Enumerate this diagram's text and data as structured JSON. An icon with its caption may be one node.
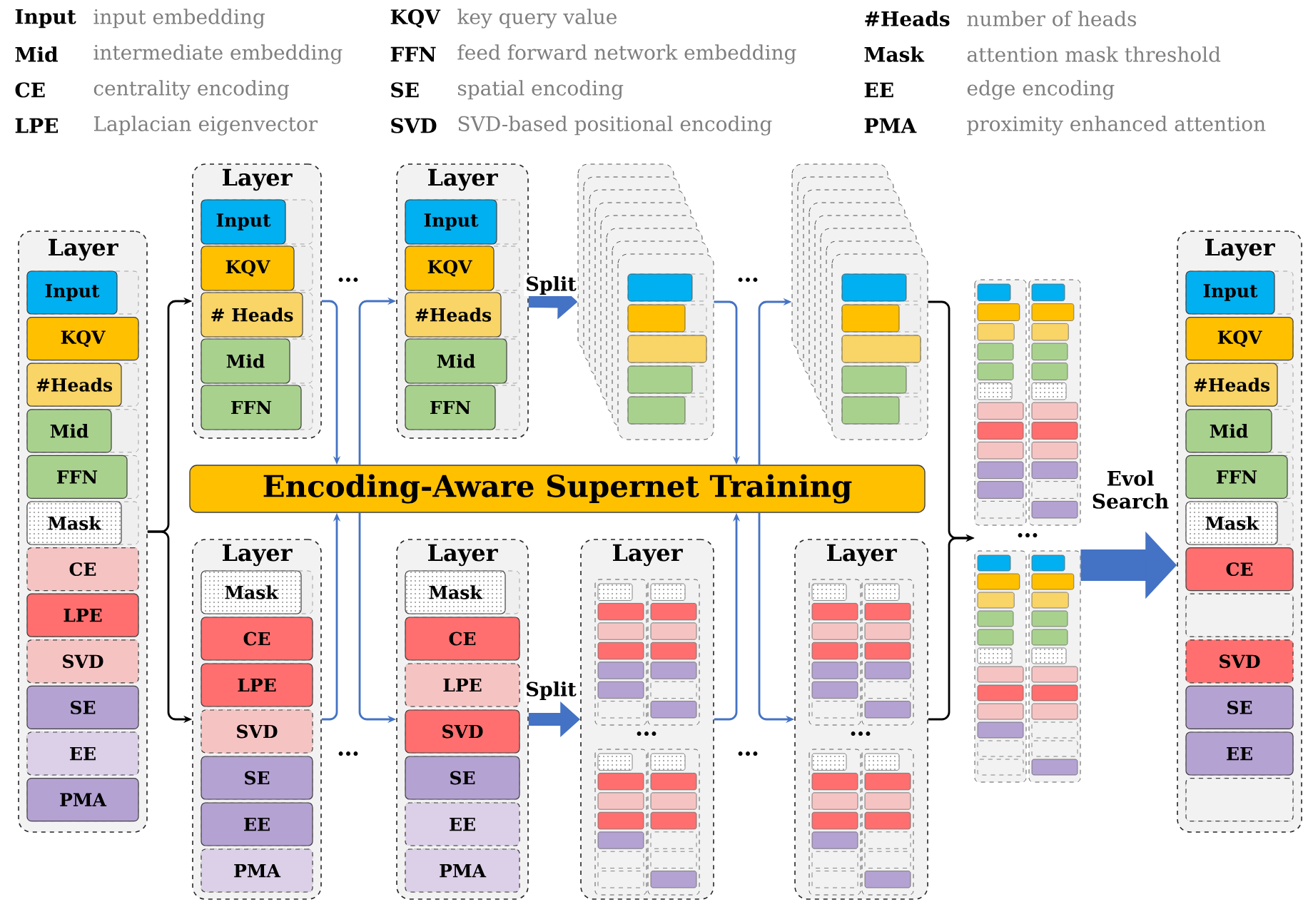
{
  "diagram": {
    "nodes": [
      {
        "text": [
          "Layer"
        ]
      },
      {
        "text": [
          "Input"
        ],
        "in": 0
      },
      {
        "text": [
          "KQV"
        ],
        "in": 0
      },
      {
        "text": [
          "#Heads"
        ],
        "in": 0
      },
      {
        "text": [
          "Mid"
        ],
        "in": 0
      },
      {
        "text": [
          "FFN"
        ],
        "in": 0
      },
      {
        "text": [
          "Mask"
        ],
        "in": 0
      },
      {
        "text": [
          "CE"
        ],
        "in": 0
      },
      {
        "text": [
          "LPE"
        ],
        "in": 0
      },
      {
        "text": [
          "SVD"
        ],
        "in": 0
      },
      {
        "text": [
          "SE"
        ],
        "in": 0
      },
      {
        "text": [
          "EE"
        ],
        "in": 0
      },
      {
        "text": [
          "PMA"
        ],
        "in": 0
      },
      {
        "text": [
          "Layer"
        ]
      },
      {
        "text": [
          "Input"
        ],
        "in": 13
      },
      {
        "text": [
          "KQV"
        ],
        "in": 13
      },
      {
        "text": [
          "# Heads"
        ],
        "in": 13
      },
      {
        "text": [
          "Mid"
        ],
        "in": 13
      },
      {
        "text": [
          "FFN"
        ],
        "in": 13
      },
      {
        "text": [
          "Layer"
        ]
      },
      {
        "text": [
          "Input"
        ],
        "in": 19
      },
      {
        "text": [
          "KQV"
        ],
        "in": 19
      },
      {
        "text": [
          "#Heads"
        ],
        "in": 19
      },
      {
        "text": [
          "Mid"
        ],
        "in": 19
      },
      {
        "text": [
          "FFN"
        ],
        "in": 19
      },
      {
        "text": [],
        "shape": "box"
      },
      {
        "text": [],
        "shape": "box"
      },
      {
        "text": [
          "Encoding-Aware Supernet Training"
        ]
      },
      {
        "text": [
          "Layer"
        ]
      },
      {
        "text": [
          "Mask"
        ],
        "in": 28
      },
      {
        "text": [
          "CE"
        ],
        "in": 28
      },
      {
        "text": [
          "LPE"
        ],
        "in": 28
      },
      {
        "text": [
          "SVD"
        ],
        "in": 28
      },
      {
        "text": [
          "SE"
        ],
        "in": 28
      },
      {
        "text": [
          "EE"
        ],
        "in": 28
      },
      {
        "text": [
          "PMA"
        ],
        "in": 28
      },
      {
        "text": [
          "Layer"
        ]
      },
      {
        "text": [
          "Mask"
        ],
        "in": 36
      },
      {
        "text": [
          "CE"
        ],
        "in": 36
      },
      {
        "text": [
          "LPE"
        ],
        "in": 36
      },
      {
        "text": [
          "SVD"
        ],
        "in": 36
      },
      {
        "text": [
          "SE"
        ],
        "in": 36
      },
      {
        "text": [
          "EE"
        ],
        "in": 36
      },
      {
        "text": [
          "PMA"
        ],
        "in": 36
      },
      {
        "text": [
          "Layer"
        ]
      },
      {
        "text": [
          "Layer"
        ]
      },
      {
        "text": [],
        "shape": "box"
      },
      {
        "text": [],
        "shape": "box"
      },
      {
        "text": [
          "Layer"
        ]
      },
      {
        "text": [
          "Input"
        ],
        "in": 48
      },
      {
        "text": [
          "KQV"
        ],
        "in": 48
      },
      {
        "text": [
          "#Heads"
        ],
        "in": 48
      },
      {
        "text": [
          "Mid"
        ],
        "in": 48
      },
      {
        "text": [
          "FFN"
        ],
        "in": 48
      },
      {
        "text": [
          "Mask"
        ],
        "in": 48
      },
      {
        "text": [
          "CE"
        ],
        "in": 48
      },
      {
        "text": [],
        "shape": "box",
        "in": 48
      },
      {
        "text": [
          "SVD"
        ],
        "in": 48
      },
      {
        "text": [
          "SE"
        ],
        "in": 48
      },
      {
        "text": [
          "EE"
        ],
        "in": 48
      },
      {
        "text": [],
        "shape": "box",
        "in": 48
      }
    ],
    "edges": [
      {
        "from": 0,
        "to": 13,
        "arrow": "to",
        "color": "#000000"
      },
      {
        "from": 0,
        "to": 28,
        "arrow": "to",
        "color": "#000000"
      },
      {
        "from": 13,
        "to": 27,
        "arrow": "to"
      },
      {
        "from": 27,
        "to": 19,
        "arrow": "to"
      },
      {
        "from": 25,
        "to": 27,
        "arrow": "to"
      },
      {
        "from": 27,
        "to": 26,
        "arrow": "to"
      },
      {
        "from": 28,
        "to": 27,
        "arrow": "to"
      },
      {
        "from": 27,
        "to": 36,
        "arrow": "to"
      },
      {
        "from": 44,
        "to": 27,
        "arrow": "to"
      },
      {
        "from": 27,
        "to": 45,
        "arrow": "to"
      },
      {
        "from": 19,
        "to": 25,
        "arrow": "to",
        "label": "Split",
        "style": "thick"
      },
      {
        "from": 36,
        "to": 44,
        "arrow": "to",
        "label": "Split",
        "style": "thick"
      },
      {
        "from": 26,
        "to": 47,
        "arrow": "to",
        "color": "#000000"
      },
      {
        "from": 45,
        "to": 47,
        "arrow": "to",
        "color": "#000000"
      },
      {
        "from": 47,
        "to": 48,
        "arrow": "to",
        "label": "Evol Search",
        "style": "thick"
      }
    ],
    "labels": [
      "Input",
      "input embedding",
      "KQV",
      "key query value",
      "#Heads",
      "number of heads",
      "Mid",
      "intermediate embedding",
      "FFN",
      "feed forward network embedding",
      "Mask",
      "attention mask threshold",
      "CE",
      "centrality encoding",
      "SE",
      "spatial encoding",
      "EE",
      "edge encoding",
      "LPE",
      "Laplacian eigenvector",
      "SVD",
      "SVD-based positional encoding",
      "PMA",
      "proximity enhanced attention",
      "…",
      "…",
      "…",
      "…",
      "…",
      "…",
      "…"
    ]
  }
}
